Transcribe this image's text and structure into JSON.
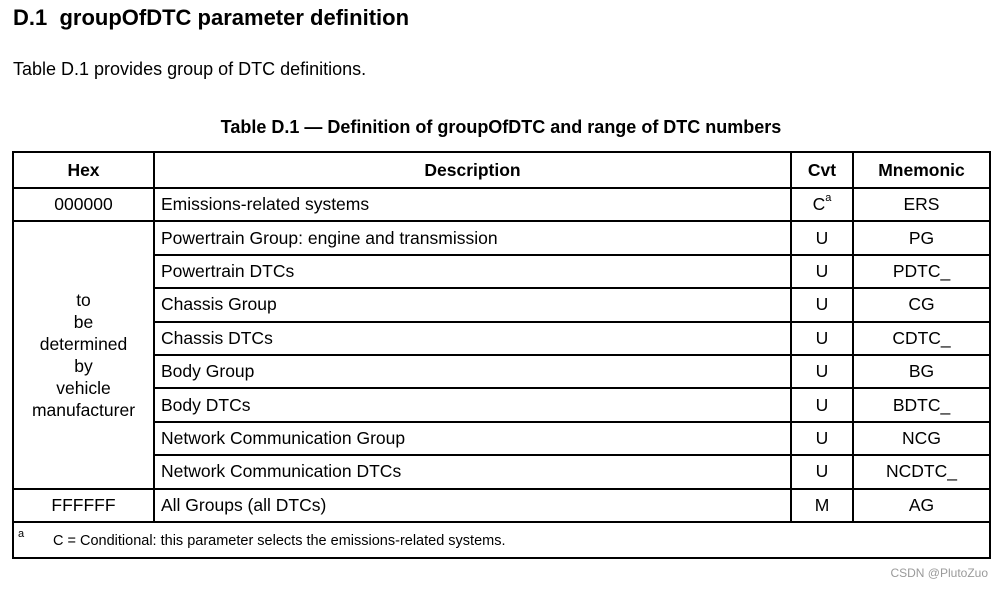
{
  "heading": "D.1  groupOfDTC parameter definition",
  "intro": "Table D.1 provides group of DTC definitions.",
  "caption": "Table D.1 — Definition of groupOfDTC and range of DTC numbers",
  "table": {
    "headers": {
      "hex": "Hex",
      "description": "Description",
      "cvt": "Cvt",
      "mnemonic": "Mnemonic"
    },
    "first_row": {
      "hex": "000000",
      "description": "Emissions-related systems",
      "cvt": "C",
      "cvt_sup": "a",
      "mnemonic": "ERS"
    },
    "tbd_lines": [
      "to",
      "be",
      "determined",
      "by",
      "vehicle",
      "manufacturer"
    ],
    "tbd_rows": [
      {
        "description": "Powertrain Group: engine and transmission",
        "cvt": "U",
        "mnemonic": "PG"
      },
      {
        "description": "Powertrain DTCs",
        "cvt": "U",
        "mnemonic": "PDTC_"
      },
      {
        "description": "Chassis Group",
        "cvt": "U",
        "mnemonic": "CG"
      },
      {
        "description": "Chassis DTCs",
        "cvt": "U",
        "mnemonic": "CDTC_"
      },
      {
        "description": "Body Group",
        "cvt": "U",
        "mnemonic": "BG"
      },
      {
        "description": "Body DTCs",
        "cvt": "U",
        "mnemonic": "BDTC_"
      },
      {
        "description": "Network Communication Group",
        "cvt": "U",
        "mnemonic": "NCG"
      },
      {
        "description": "Network Communication DTCs",
        "cvt": "U",
        "mnemonic": "NCDTC_"
      }
    ],
    "last_row": {
      "hex": "FFFFFF",
      "description": "All Groups (all DTCs)",
      "cvt": "M",
      "mnemonic": "AG"
    },
    "footnote": {
      "mark": "a",
      "text": "C = Conditional: this parameter selects the emissions-related systems."
    }
  },
  "watermark": "CSDN @PlutoZuo"
}
